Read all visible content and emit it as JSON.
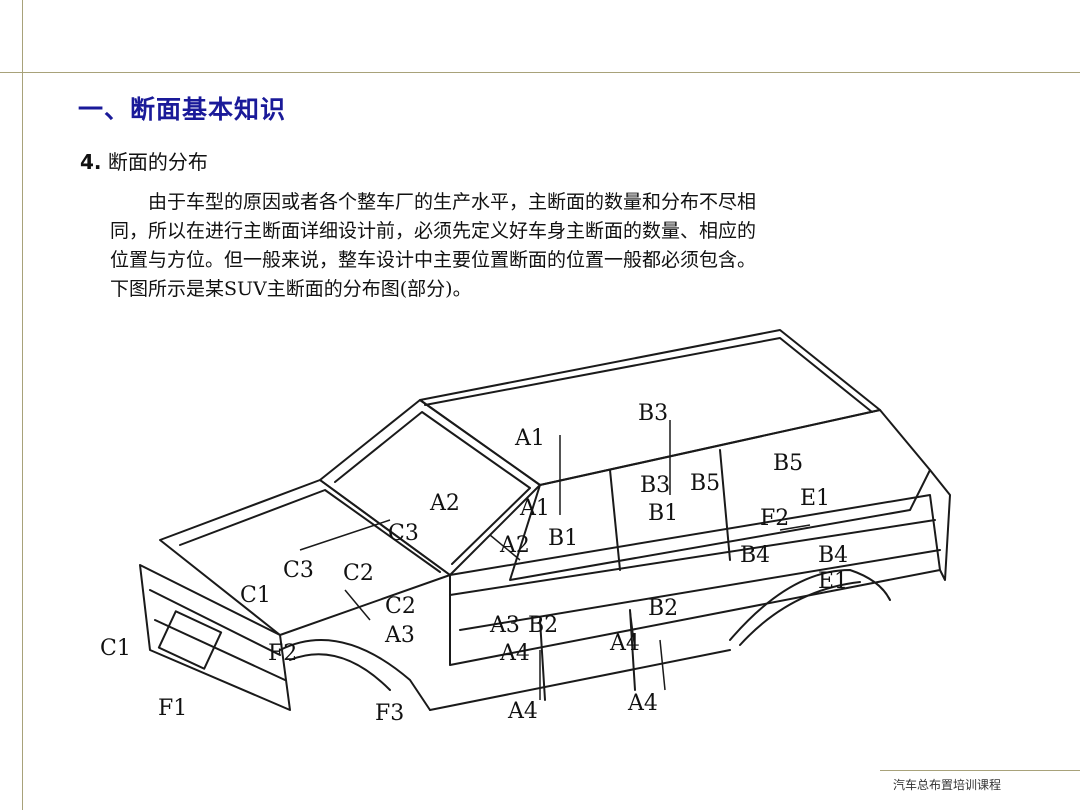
{
  "slide": {
    "title": "一、断面基本知识",
    "subtitle_num": "4.",
    "subtitle_text": "断面的分布",
    "paragraph_lines": [
      "由于车型的原因或者各个整车厂的生产水平，主断面的数量和分布不尽相",
      "同，所以在进行主断面详细设计前，必须先定义好车身主断面的数量、相应的",
      "位置与方位。但一般来说，整车设计中主要位置断面的位置一般都必须包含。",
      "下图所示是某SUV主断面的分布图(部分)。"
    ],
    "footer": "汽车总布置培训课程"
  },
  "figure_labels": {
    "a1_top": "A1",
    "b3_top": "B3",
    "b5_top": "B5",
    "a2_upper": "A2",
    "a1_mid": "A1",
    "b3_mid": "B3",
    "b5_mid": "B5",
    "e1_top": "E1",
    "b1_mid": "B1",
    "f2_right": "F2",
    "c3_right": "C3",
    "a2_mid": "A2",
    "b1_low": "B1",
    "b4_left": "B4",
    "b4_right": "B4",
    "e1_low": "E1",
    "c3_left": "C3",
    "c2_upper": "C2",
    "c1_upper": "C1",
    "c2_lower": "C2",
    "b2_right": "B2",
    "a3_left": "A3",
    "a3_mid": "A3",
    "b2_mid": "B2",
    "a4_mid": "A4",
    "a4_right": "A4",
    "c1_left": "C1",
    "f2_left": "F2",
    "f1": "F1",
    "f3": "F3",
    "a4_bottom": "A4",
    "a4_bottom_right": "A4"
  }
}
